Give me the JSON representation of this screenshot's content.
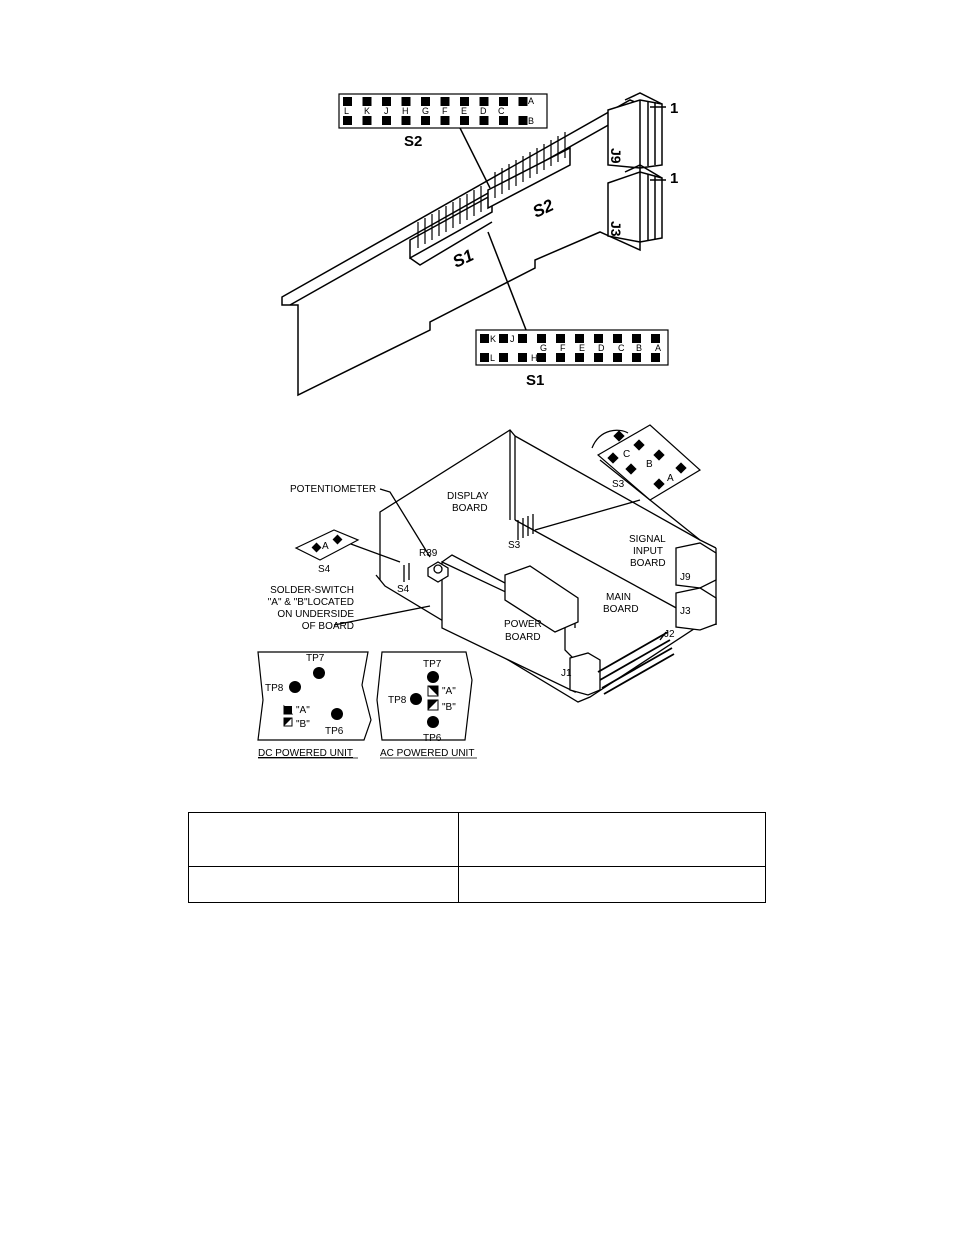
{
  "top_diagram": {
    "s2_header": {
      "title": "S2",
      "letters": [
        "L",
        "K",
        "J",
        "H",
        "G",
        "F",
        "E",
        "D",
        "C",
        "A",
        "B"
      ]
    },
    "s1_header": {
      "title": "S1",
      "top_letters": [
        "K",
        "J"
      ],
      "bottom_letters": [
        "L",
        "H",
        "G",
        "F",
        "E",
        "D",
        "C",
        "B",
        "A"
      ]
    },
    "board_labels": {
      "s2": "S2",
      "s1": "S1"
    },
    "connectors": {
      "j9": "J9",
      "j3": "J3",
      "pin_one": "1"
    }
  },
  "bottom_diagram": {
    "labels": {
      "potentiometer": "POTENTIOMETER",
      "display_board_1": "DISPLAY",
      "display_board_2": "BOARD",
      "r39": "R39",
      "s3": "S3",
      "s3_inset": "S3",
      "s4": "S4",
      "s4_inset": "S4",
      "signal_input_1": "SIGNAL",
      "signal_input_2": "INPUT",
      "signal_input_3": "BOARD",
      "main_board_1": "MAIN",
      "main_board_2": "BOARD",
      "power_board_1": "POWER",
      "power_board_2": "BOARD",
      "j1": "J1",
      "j2": "J2",
      "j3": "J3",
      "j9": "J9",
      "solder_switch_1": "SOLDER-SWITCH",
      "solder_switch_2": "\"A\" & \"B\"LOCATED",
      "solder_switch_3": "ON UNDERSIDE",
      "solder_switch_4": "OF BOARD"
    },
    "s3_inset_letters": [
      "C",
      "B",
      "A"
    ],
    "s4_inset_letter": "A",
    "dc_unit": {
      "caption": "DC POWERED UNIT",
      "tp7": "TP7",
      "tp8": "TP8",
      "tp6": "TP6",
      "a": "\"A\"",
      "b": "\"B\""
    },
    "ac_unit": {
      "caption": "AC POWERED UNIT",
      "tp7": "TP7",
      "tp8": "TP8",
      "tp6": "TP6",
      "a": "\"A\"",
      "b": "\"B\""
    }
  },
  "table": {
    "rows": [
      [
        "",
        ""
      ],
      [
        "",
        ""
      ]
    ]
  }
}
